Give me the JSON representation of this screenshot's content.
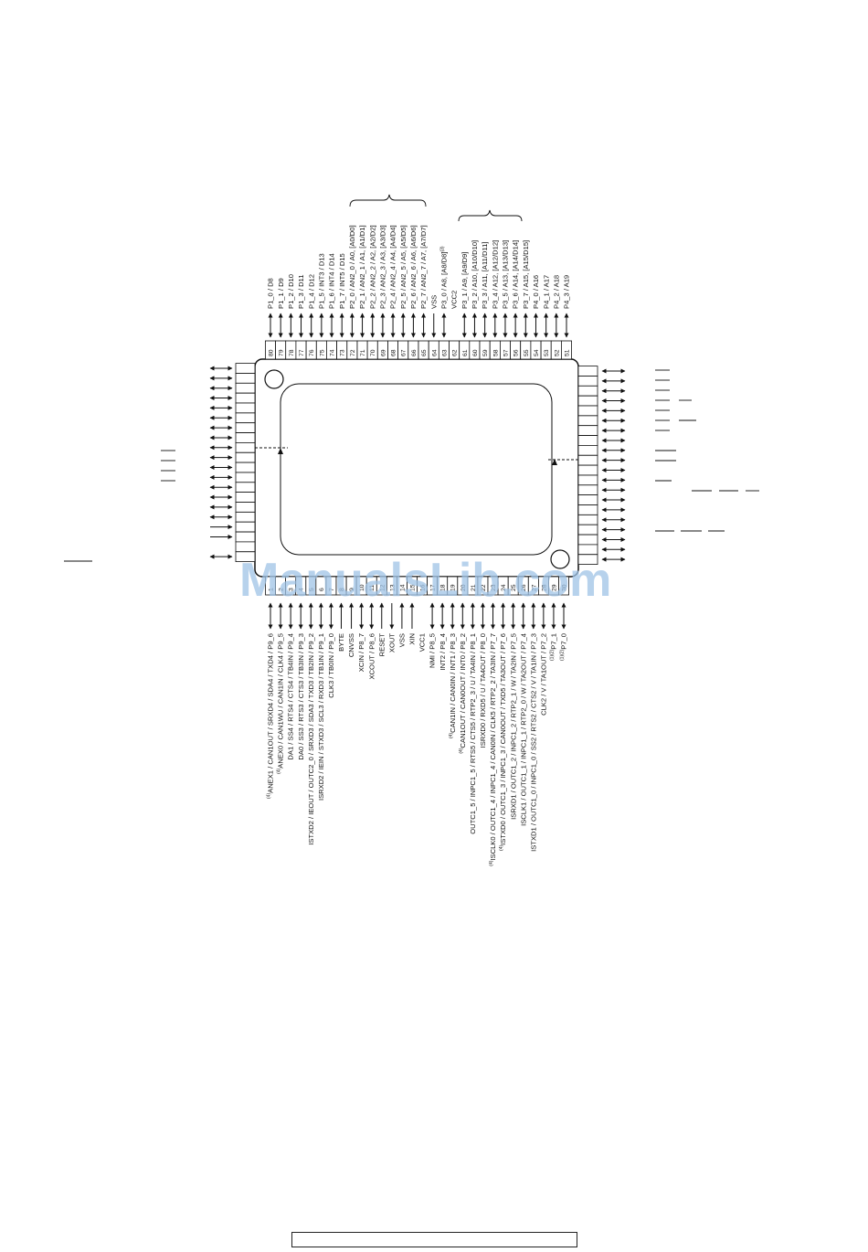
{
  "top_pins": [
    {
      "num": "80",
      "label": "P1_0 / D8"
    },
    {
      "num": "79",
      "label": "P1_1 / D9"
    },
    {
      "num": "78",
      "label": "P1_2 / D10"
    },
    {
      "num": "77",
      "label": "P1_3 / D11"
    },
    {
      "num": "76",
      "label": "P1_4 / D12"
    },
    {
      "num": "75",
      "label": "P1_5 / INT3 / D13"
    },
    {
      "num": "74",
      "label": "P1_6 / INT4 / D14"
    },
    {
      "num": "73",
      "label": "P1_7 / INT5 / D15"
    },
    {
      "num": "72",
      "label": "P2_0 / AN2_0 / A0, [A0/D0]"
    },
    {
      "num": "71",
      "label": "P2_1 / AN2_1 / A1, [A1/D1]"
    },
    {
      "num": "70",
      "label": "P2_2 / AN2_2 / A2, [A2/D2]"
    },
    {
      "num": "69",
      "label": "P2_3 / AN2_3 / A3, [A3/D3]"
    },
    {
      "num": "68",
      "label": "P2_4 / AN2_4 / A4, [A4/D4]"
    },
    {
      "num": "67",
      "label": "P2_5 / AN2_5 / A5, [A5/D5]"
    },
    {
      "num": "66",
      "label": "P2_6 / AN2_6 / A6, [A6/D6]"
    },
    {
      "num": "65",
      "label": "P2_7 / AN2_7 / A7, [A7/D7]"
    },
    {
      "num": "64",
      "label": "VSS"
    },
    {
      "num": "63",
      "label": "P3_0 / A8, [A8/D8]"
    },
    {
      "num": "62",
      "label": "VCC2"
    },
    {
      "num": "61",
      "label": "P3_1 / A9, [A9/D9]"
    },
    {
      "num": "60",
      "label": "P3_2 / A10, [A10/D10]"
    },
    {
      "num": "59",
      "label": "P3_3 / A11, [A11/D11]"
    },
    {
      "num": "58",
      "label": "P3_4 / A12, [A12/D12]"
    },
    {
      "num": "57",
      "label": "P3_5 / A13, [A13/D13]"
    },
    {
      "num": "56",
      "label": "P3_6 / A14, [A14/D14]"
    },
    {
      "num": "55",
      "label": "P3_7 / A15, [A15/D15]"
    },
    {
      "num": "54",
      "label": "P4_0 / A16"
    },
    {
      "num": "53",
      "label": "P4_1 / A17"
    },
    {
      "num": "52",
      "label": "P4_2 / A18"
    },
    {
      "num": "51",
      "label": "P4_3 / A19"
    }
  ],
  "bottom_pins": [
    {
      "num": "1",
      "label": "ANEX1 / CAN1OUT / SRXD4 / SDA4 / TXD4 / P9_6"
    },
    {
      "num": "2",
      "label": "ANEX0 / CAN1WU / CAN1IN / CLK4 / P9_5"
    },
    {
      "num": "3",
      "label": "DA1 / SS4 / RTS4 / CTS4 / TB4IN / P9_4"
    },
    {
      "num": "4",
      "label": "DA0 / SS3 / RTS3 / CTS3 / TB3IN / P9_3"
    },
    {
      "num": "5",
      "label": "ISTXD2 / IEOUT / OUTC2_0 / SRXD3 / SDA3 / TXD3 / TB2IN / P9_2"
    },
    {
      "num": "6",
      "label": "ISRXD2 / IEIN / STXD3 / SCL3 / RXD3 / TB1IN / P9_1"
    },
    {
      "num": "7",
      "label": "CLK3 / TB0IN / P9_0"
    },
    {
      "num": "8",
      "label": "BYTE"
    },
    {
      "num": "9",
      "label": "CNVSS"
    },
    {
      "num": "10",
      "label": "XCIN / P8_7"
    },
    {
      "num": "11",
      "label": "XCOUT / P8_6"
    },
    {
      "num": "12",
      "label": "RESET"
    },
    {
      "num": "13",
      "label": "XOUT"
    },
    {
      "num": "14",
      "label": "VSS"
    },
    {
      "num": "15",
      "label": "XIN"
    },
    {
      "num": "16",
      "label": "VCC1"
    },
    {
      "num": "17",
      "label": "NMI / P8_5"
    },
    {
      "num": "18",
      "label": "INT2 / P8_4"
    },
    {
      "num": "19",
      "label": "CAN1IN / CAN0IN / INT1 / P8_3"
    },
    {
      "num": "20",
      "label": "CAN1OUT / CAN0OUT / INT0 / P8_2"
    },
    {
      "num": "21",
      "label": "OUTC1_5 / INPC1_5 / RTS5 / CTS5 / RTP2_3 / U / TA4IN / P8_1"
    },
    {
      "num": "22",
      "label": "ISRXD0 / RXD5 / U / TA4OUT / P8_0"
    },
    {
      "num": "23",
      "label": "ISCLK0 / OUTC1_4 / INPC1_4 / CAN0IN / CLK5 / RTP2_2 / TA3IN / P7_7"
    },
    {
      "num": "24",
      "label": "ISTXD0 / OUTC1_3 / INPC1_3 / CAN0OUT / TXD5 / TA3OUT / P7_6"
    },
    {
      "num": "25",
      "label": "ISRXD1 / OUTC1_2 / INPC1_2 / RTP2_1 / W / TA2IN / P7_5"
    },
    {
      "num": "26",
      "label": "ISCLK1 / OUTC1_1 / INPC1_1 / RTP2_0 / W / TA2OUT / P7_4"
    },
    {
      "num": "27",
      "label": "ISTXD1 / OUTC1_0 / INPC1_0 / SS2 / RTS2 / CTS2 / V / TA1IN / P7_3"
    },
    {
      "num": "28",
      "label": "CLK2 / V / TA1OUT / P7_2"
    },
    {
      "num": "29",
      "label": "P7_1"
    },
    {
      "num": "30",
      "label": "P7_0"
    }
  ],
  "notes": {
    "p3_0_suffix": "(3)",
    "pin1_prefix": "(4)",
    "pin2_prefix": "(4)",
    "pin19_prefix": "(4)",
    "pin20_prefix": "(4)",
    "pin23_prefix": "(4)",
    "pin24_prefix": "(4)",
    "pin29_prefix": "(1)(2)",
    "pin30_prefix": "(1)(2)"
  },
  "watermark": "ManualsLib.com",
  "colors": {
    "ink": "#111111",
    "watermark": "#9fc3e6",
    "background": "#ffffff"
  }
}
